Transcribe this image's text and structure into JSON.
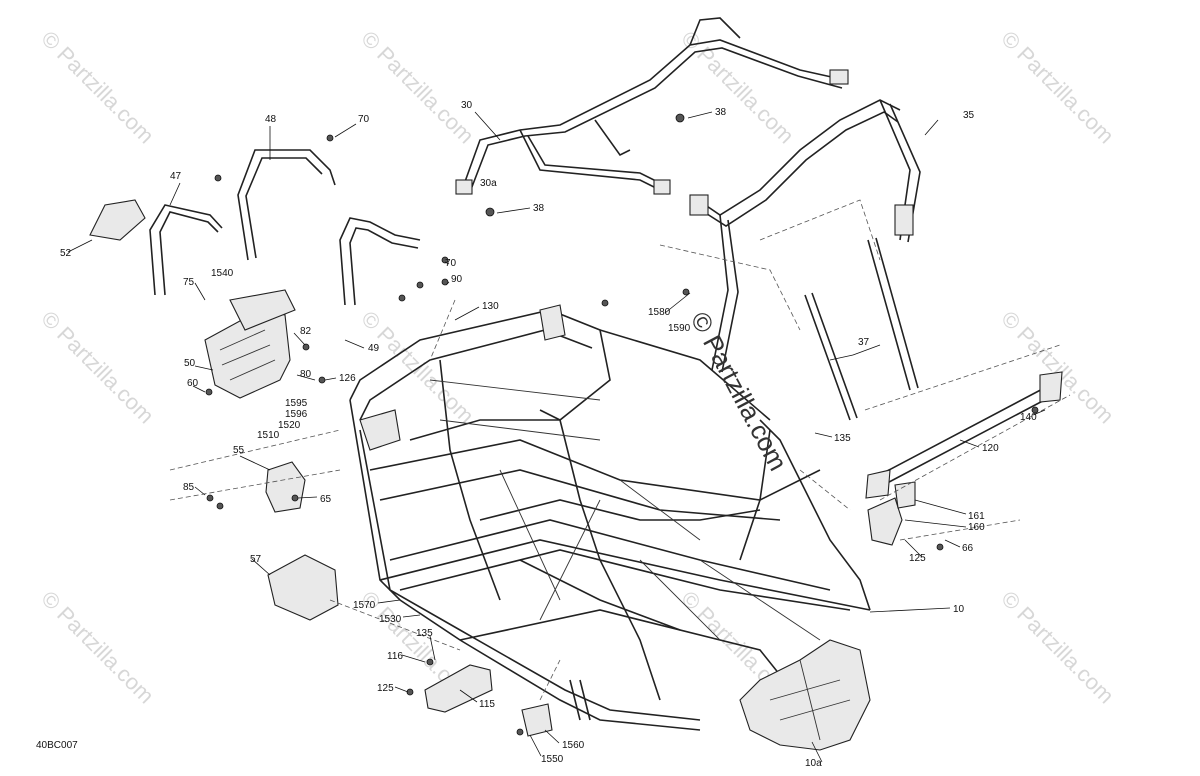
{
  "diagram": {
    "reference_code": "40BC007",
    "watermark_text": "© Partzilla.com",
    "callouts": [
      "30",
      "38",
      "30a",
      "38",
      "35",
      "70",
      "48",
      "47",
      "52",
      "75",
      "1540",
      "50",
      "60",
      "70",
      "90",
      "130",
      "82",
      "49",
      "80",
      "126",
      "1595",
      "1596",
      "1520",
      "1510",
      "55",
      "85",
      "65",
      "57",
      "1580",
      "1590",
      "37",
      "120",
      "140",
      "135",
      "161",
      "160",
      "66",
      "125",
      "1570",
      "1530",
      "135",
      "116",
      "125",
      "115",
      "1560",
      "1550",
      "10",
      "10a"
    ]
  }
}
